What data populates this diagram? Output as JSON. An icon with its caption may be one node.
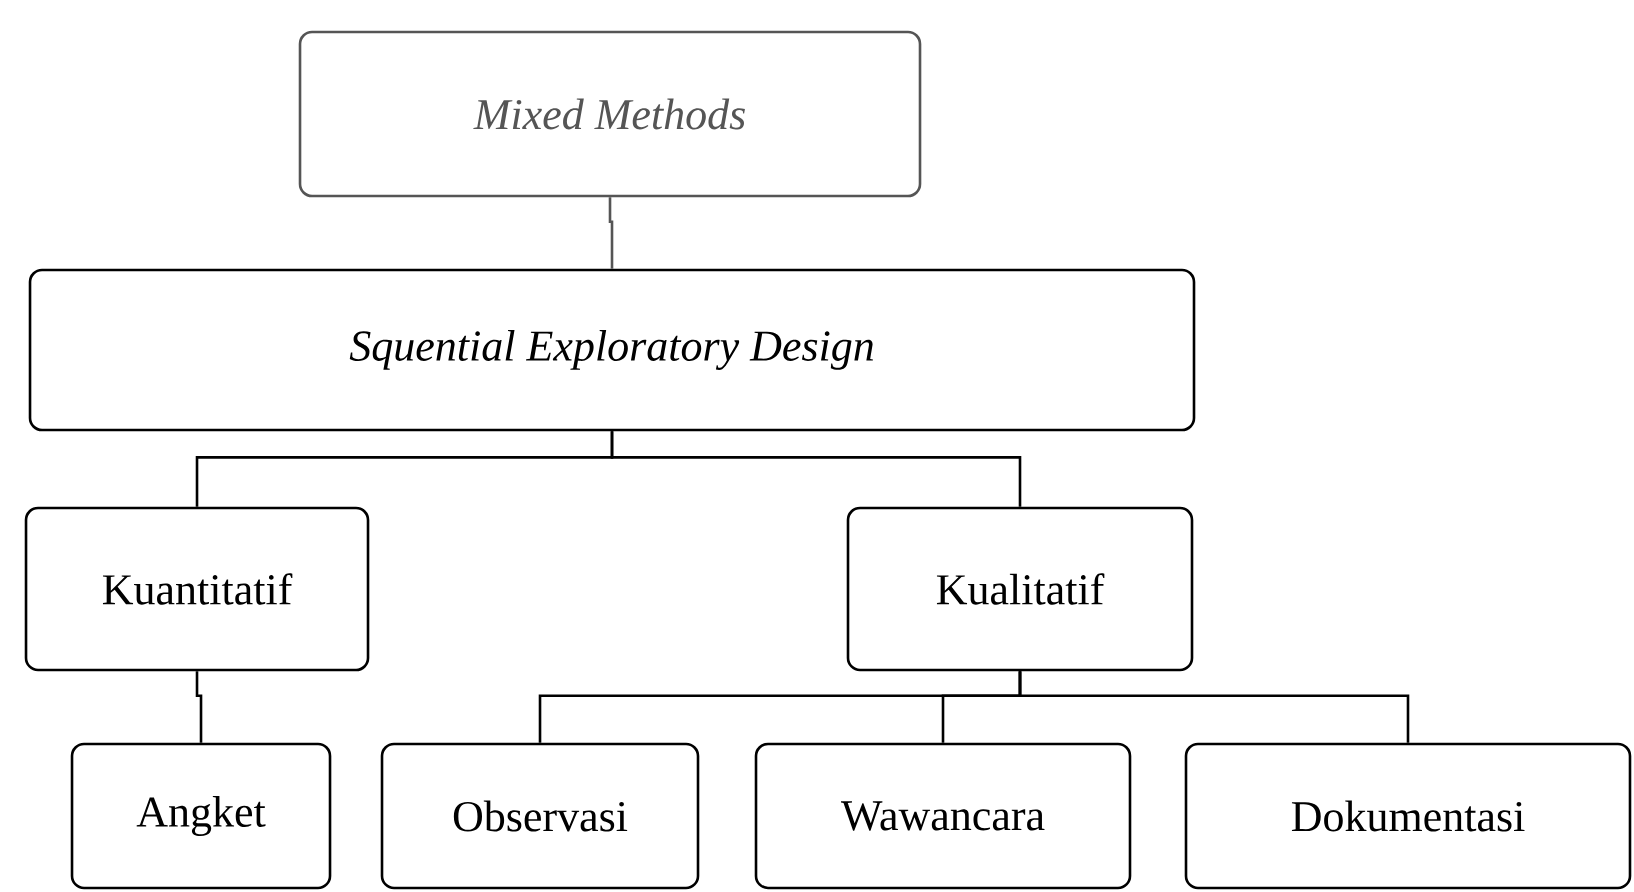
{
  "diagram": {
    "nodes": [
      {
        "text": [
          "*Mixed Methods*"
        ]
      },
      {
        "text": [
          "*Squential Exploratory Design*"
        ]
      },
      {
        "text": [
          "Kuantitatif"
        ]
      },
      {
        "text": [
          "Kualitatif"
        ]
      },
      {
        "text": [
          "Angket"
        ]
      },
      {
        "text": [
          "Observasi"
        ]
      },
      {
        "text": [
          "Wawancara"
        ]
      },
      {
        "text": [
          "Dokumentasi"
        ]
      }
    ],
    "edges": [
      {
        "from": 0,
        "to": 1,
        "arrow": "none",
        "color": "#555555"
      },
      {
        "from": 1,
        "to": 2,
        "arrow": "none"
      },
      {
        "from": 1,
        "to": 3,
        "arrow": "none"
      },
      {
        "from": 2,
        "to": 4,
        "arrow": "none"
      },
      {
        "from": 3,
        "to": 5,
        "arrow": "none"
      },
      {
        "from": 3,
        "to": 6,
        "arrow": "none"
      },
      {
        "from": 3,
        "to": 7,
        "arrow": "none"
      }
    ]
  }
}
